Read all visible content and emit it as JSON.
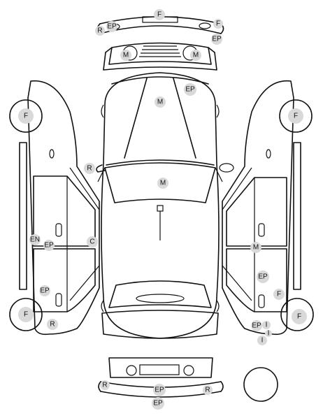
{
  "colors": {
    "stroke": "#111111",
    "badge_fill": "#d9d9d9",
    "background": "#ffffff"
  },
  "marks": {
    "front_bumper": [
      "F",
      "R",
      "EP",
      "F",
      "EP"
    ],
    "hood_lamps": [
      "M",
      "M"
    ],
    "roof": [
      "EP",
      "M"
    ],
    "left_mirror": "R",
    "windshield": "M",
    "left_side": [
      "F",
      "EN",
      "EP",
      "C",
      "EP",
      "F",
      "R"
    ],
    "right_side": [
      "F",
      "M",
      "EP",
      "F",
      "F",
      "EP",
      "I",
      "I",
      "I"
    ],
    "rear_bumper": [
      "R",
      "EP",
      "R",
      "EP"
    ]
  }
}
